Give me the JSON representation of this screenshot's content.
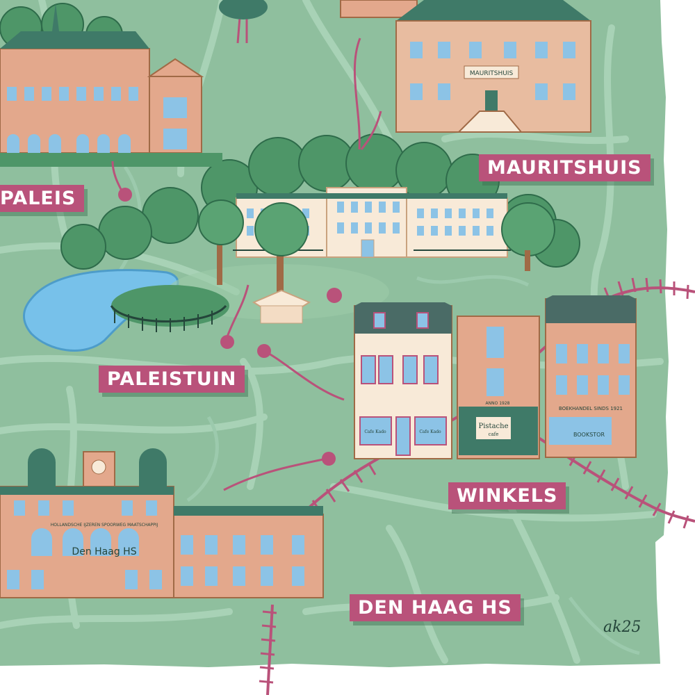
{
  "labels": {
    "paleis": "PALEIS",
    "mauritshuis": "MAURITSHUIS",
    "paleistuin": "PALEISTUIN",
    "winkels": "WINKELS",
    "den_haag_hs": "DEN HAAG HS"
  },
  "building_signs": {
    "mauritshuis_sign": "MAURITSHUIS",
    "station_name": "Den Haag HS",
    "station_banner": "HOLLANDSCHE IJZEREN SPOORWEG MAATSCHAPPIJ",
    "shop_pistache": "Pistache",
    "shop_pistache_sub": "cafe",
    "shop_cafe_left": "Cafe Kado",
    "shop_cafe_right": "Cafe Kado",
    "bookshop_top": "BOEKHANDEL SINDS 1921",
    "bookshop_sign": "BOOKSTOR",
    "shop_year": "ANNO 1928"
  },
  "artist_signature": "ak25",
  "colors": {
    "map_green": "#8fbf9e",
    "street": "#a8d2b6",
    "label_pink": "#b9527a",
    "building_tan": "#e3a88c",
    "roof_teal": "#3f7a68",
    "water": "#77c1ea",
    "tree": "#4e9668"
  }
}
